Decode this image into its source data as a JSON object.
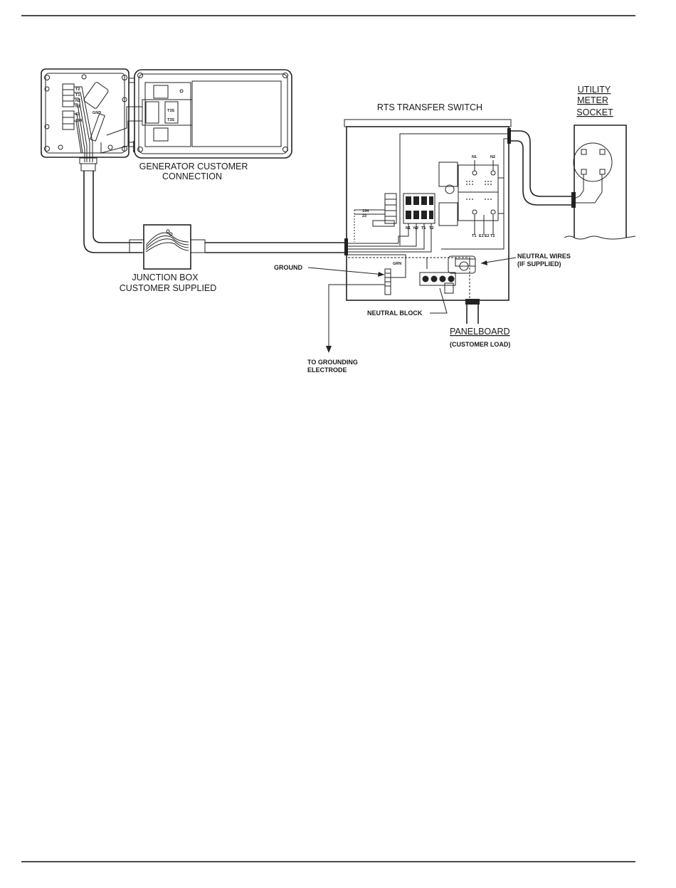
{
  "labels": {
    "utility_line1": "UTILITY",
    "utility_line2": "METER",
    "utility_line3": "SOCKET",
    "rts_title": "RTS TRANSFER SWITCH",
    "gen_conn_line1": "GENERATOR CUSTOMER",
    "gen_conn_line2": "CONNECTION",
    "junction_line1": "JUNCTION BOX",
    "junction_line2": "CUSTOMER SUPPLIED",
    "ground": "GROUND",
    "neutral_wires_line1": "NEUTRAL WIRES",
    "neutral_wires_line2": "(IF SUPPLIED)",
    "neutral_block": "NEUTRAL BLOCK",
    "panelboard": "PANELBOARD",
    "customer_load": "(CUSTOMER LOAD)",
    "to_grounding_line1": "TO GROUNDING",
    "to_grounding_line2": "ELECTRODE"
  },
  "terminals": {
    "gen_block": [
      "T2",
      "T1",
      "N2",
      "N1"
    ],
    "gen_block2": [
      "23",
      "194"
    ],
    "gen_gnd": "GND",
    "ts_block": [
      "194",
      "23"
    ],
    "ts_bottom": [
      "N1",
      "N2",
      "T1",
      "T2"
    ],
    "relay_top": [
      "N1",
      "N2"
    ],
    "relay_bottom": [
      "T1",
      "E1",
      "E2",
      "T2"
    ],
    "grn": "GRN"
  }
}
